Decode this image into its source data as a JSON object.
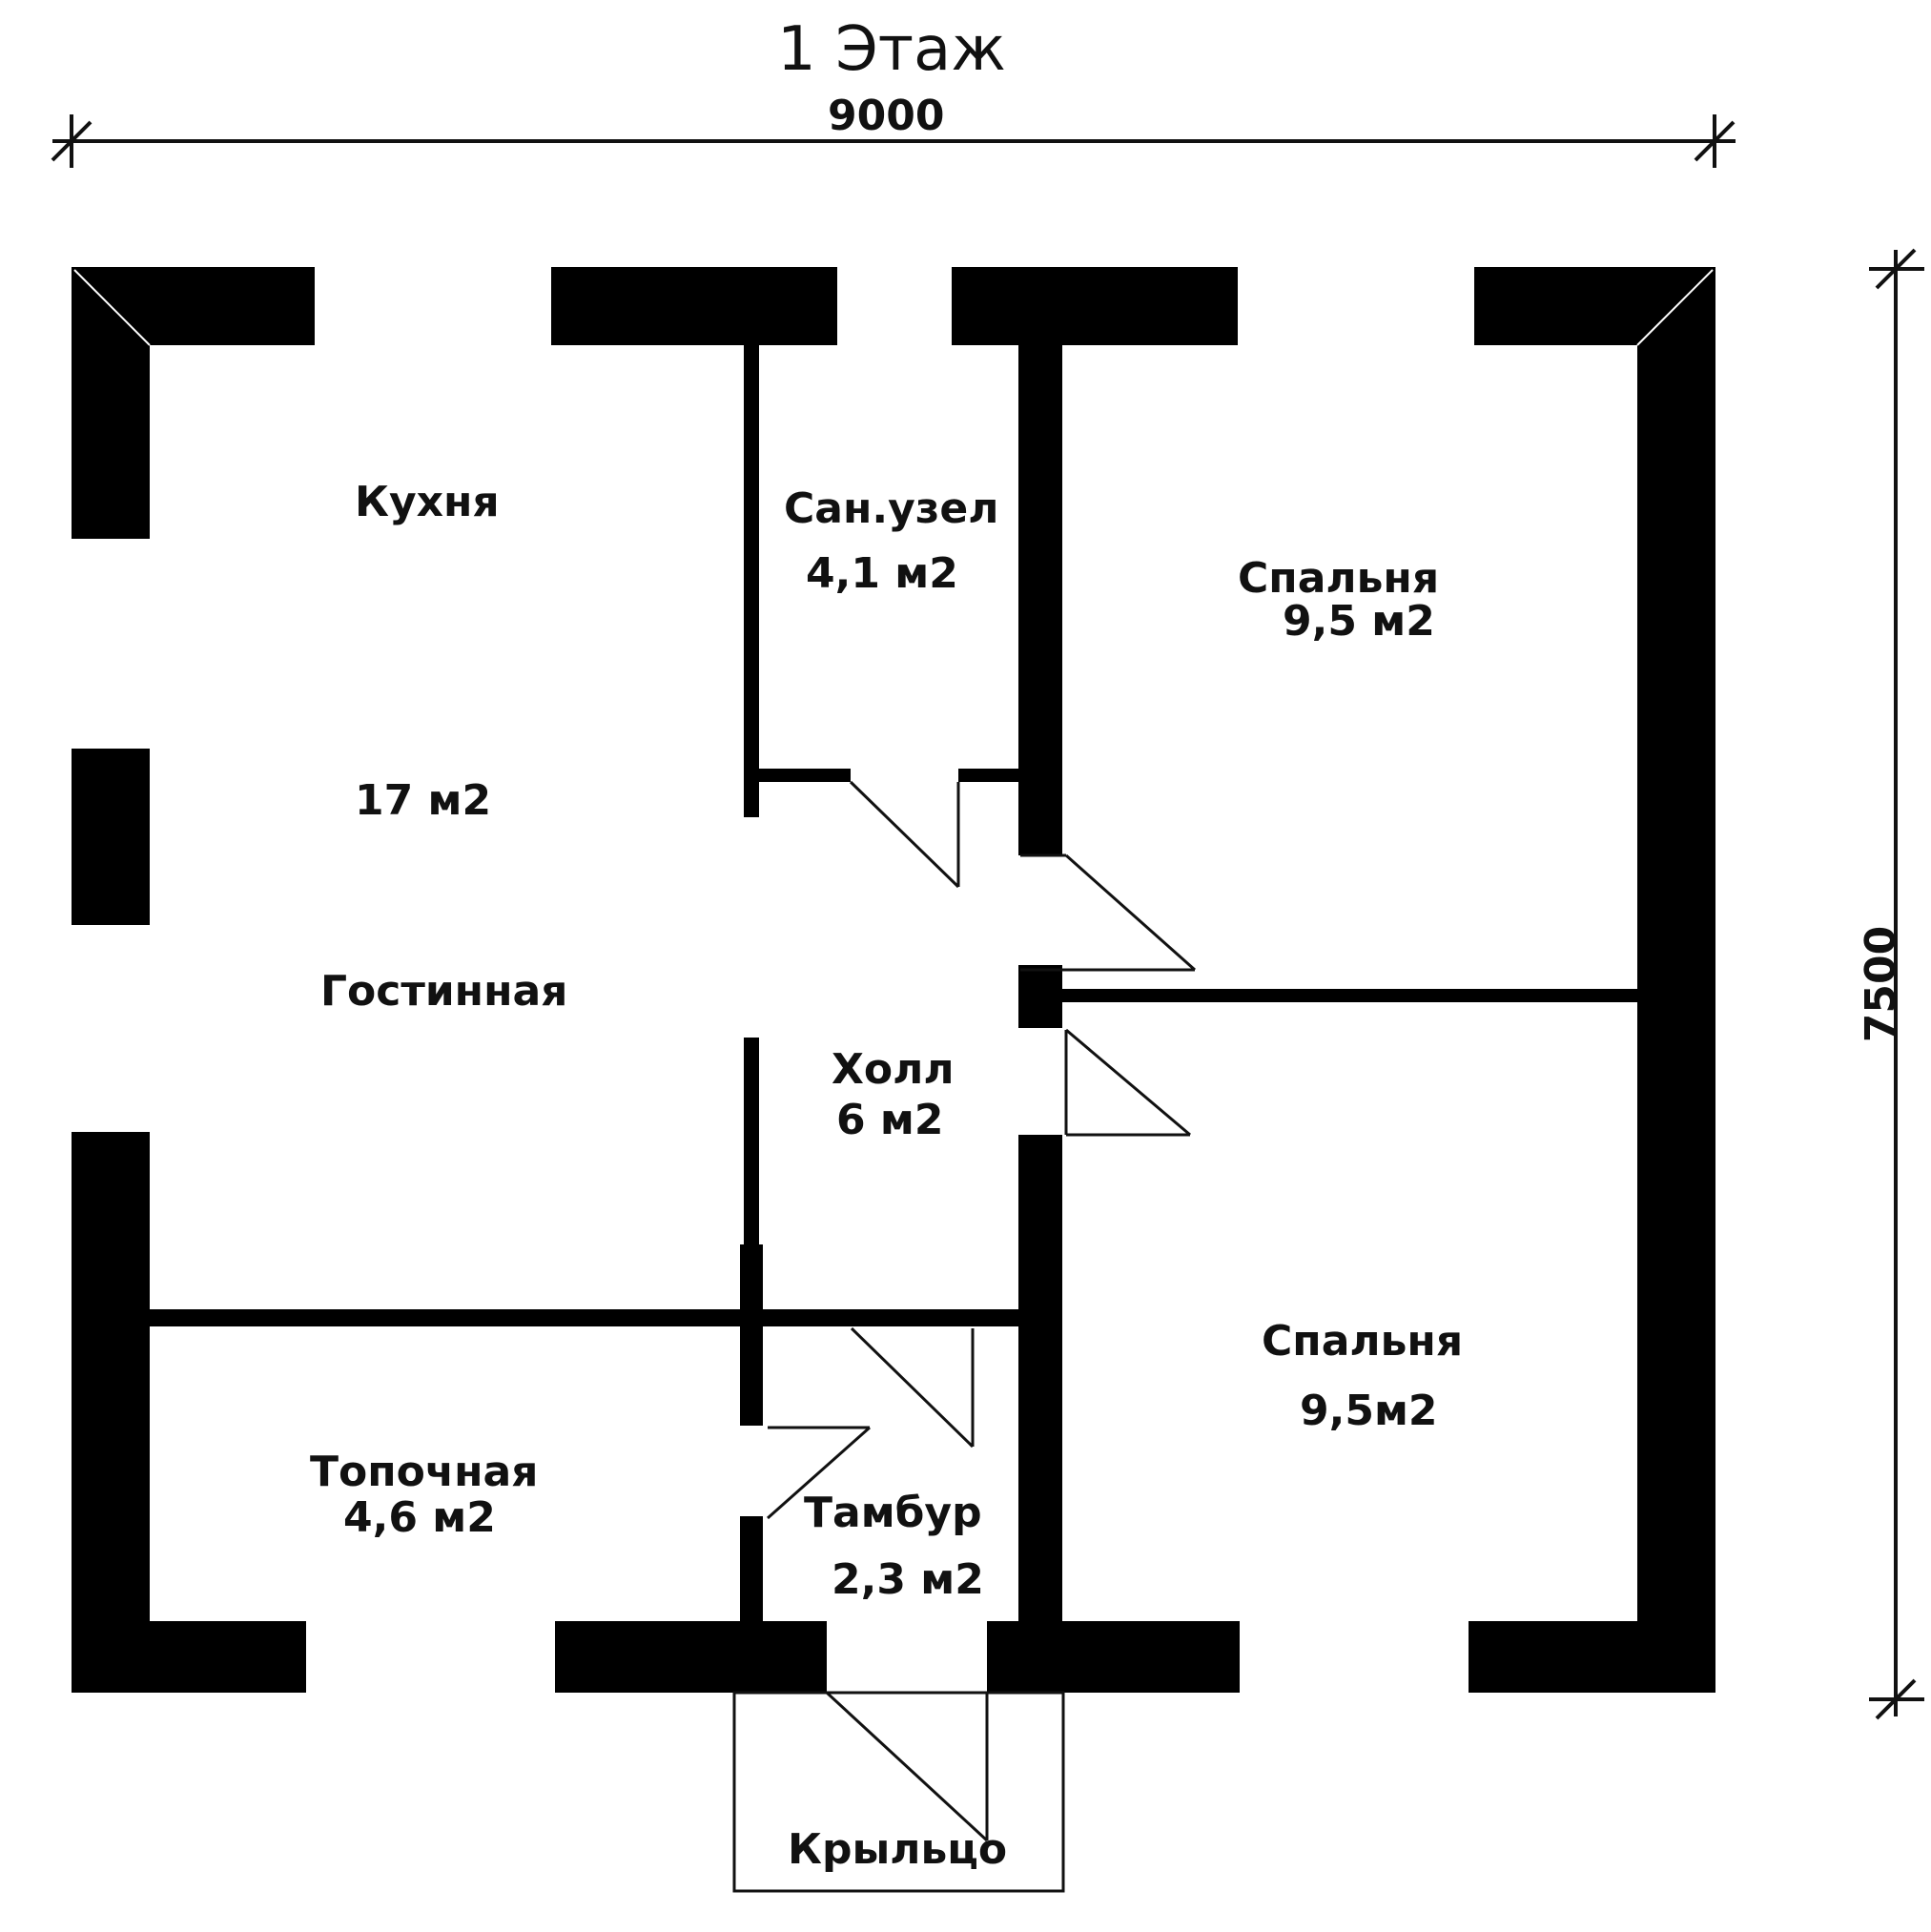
{
  "title": "1 Этаж",
  "dimensions": {
    "width": "9000",
    "height": "7500"
  },
  "rooms": {
    "kitchen": {
      "name": "Кухня",
      "area": "17 м2",
      "name2": "Гостинная"
    },
    "bathroom": {
      "name": "Сан.узел",
      "area": "4,1 м2"
    },
    "bedroom_1": {
      "name": "Спальня",
      "area": "9,5 м2"
    },
    "hall": {
      "name": "Холл",
      "area": "6 м2"
    },
    "bedroom_2": {
      "name": "Спальня",
      "area": "9,5м2"
    },
    "boiler": {
      "name": "Топочная",
      "area": "4,6 м2"
    },
    "vestibule": {
      "name": "Тамбур",
      "area": "2,3 м2"
    },
    "porch": {
      "name": "Крыльцо"
    }
  },
  "colors": {
    "wall": "#000000",
    "background": "#ffffff",
    "line": "#111111"
  }
}
